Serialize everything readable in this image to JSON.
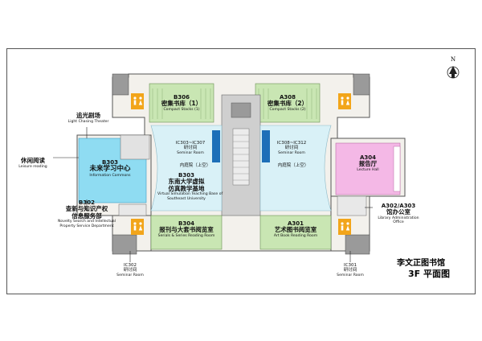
{
  "title": {
    "name": "李文正图书馆",
    "floor": "3F 平面图"
  },
  "north_label": "N",
  "rooms": {
    "b306": {
      "code": "B306",
      "cn": "密集书库（1）",
      "en": "Compact Stacks (1)"
    },
    "a308": {
      "code": "A308",
      "cn": "密集书库（2）",
      "en": "Compact Stacks (2)"
    },
    "light_theater": {
      "cn": "追光剧场",
      "en": "Light Chasing Theater"
    },
    "leisure": {
      "cn": "休闲阅读",
      "en": "Leisure reading"
    },
    "b303_info": {
      "code": "B303",
      "cn": "未来学习中心",
      "en": "Information Commons"
    },
    "b303_virtual": {
      "code": "B303",
      "cn1": "东南大学虚拟",
      "cn2": "仿真教学基地",
      "en1": "Virtual Simulation Teaching Base of",
      "en2": "Southeast University"
    },
    "ic303": {
      "code": "IC303~IC307",
      "cn": "研讨间",
      "en": "Seminar Room"
    },
    "ic308": {
      "code": "IC308~IC312",
      "cn": "研讨间",
      "en": "Seminar Room"
    },
    "courtyard_left": {
      "cn": "内庭院（上空）"
    },
    "courtyard_right": {
      "cn": "内庭院（上空）"
    },
    "a304": {
      "code": "A304",
      "cn": "报告厅",
      "en": "Lecture Hall"
    },
    "b302": {
      "code": "B302",
      "cn1": "查新与知识产权",
      "cn2": "信息服务部",
      "en1": "Novelty Search and Intellectual",
      "en2": "Property Service Department"
    },
    "b304": {
      "code": "B304",
      "cn": "报刊与大套书阅览室",
      "en": "Serials & Series Reading Room"
    },
    "a301": {
      "code": "A301",
      "cn": "艺术图书阅览室",
      "en": "Art Book Reading Room"
    },
    "a302": {
      "code": "A302/A303",
      "cn": "馆办公室",
      "en1": "Library Administration",
      "en2": "Office"
    },
    "ic302": {
      "code": "IC302",
      "cn": "研讨间",
      "en": "Seminar Room"
    },
    "ic301": {
      "code": "IC301",
      "cn": "研讨间",
      "en": "Seminar Room"
    }
  },
  "colors": {
    "stacks": "#c9e6b3",
    "info_commons": "#8fdcf2",
    "courtyard": "#d9f1f7",
    "lecture": "#f4b8e6",
    "restroom": "#f2a51a",
    "core": "#9a9a9a",
    "corridor": "#f5f3ee"
  },
  "icons": [
    "restroom-icon",
    "north-arrow-icon",
    "stairs-icon"
  ]
}
